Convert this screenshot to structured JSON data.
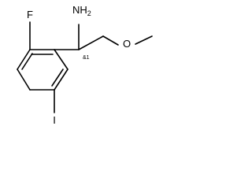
{
  "molecule": {
    "atoms": {
      "fluorine": "F",
      "amine": "NH",
      "amine_subscript": "2",
      "oxygen": "O",
      "iodine": "I"
    },
    "stereo_annotation": "&1",
    "colors": {
      "bond": "#000000",
      "label": "#000000",
      "background": "#ffffff"
    }
  }
}
